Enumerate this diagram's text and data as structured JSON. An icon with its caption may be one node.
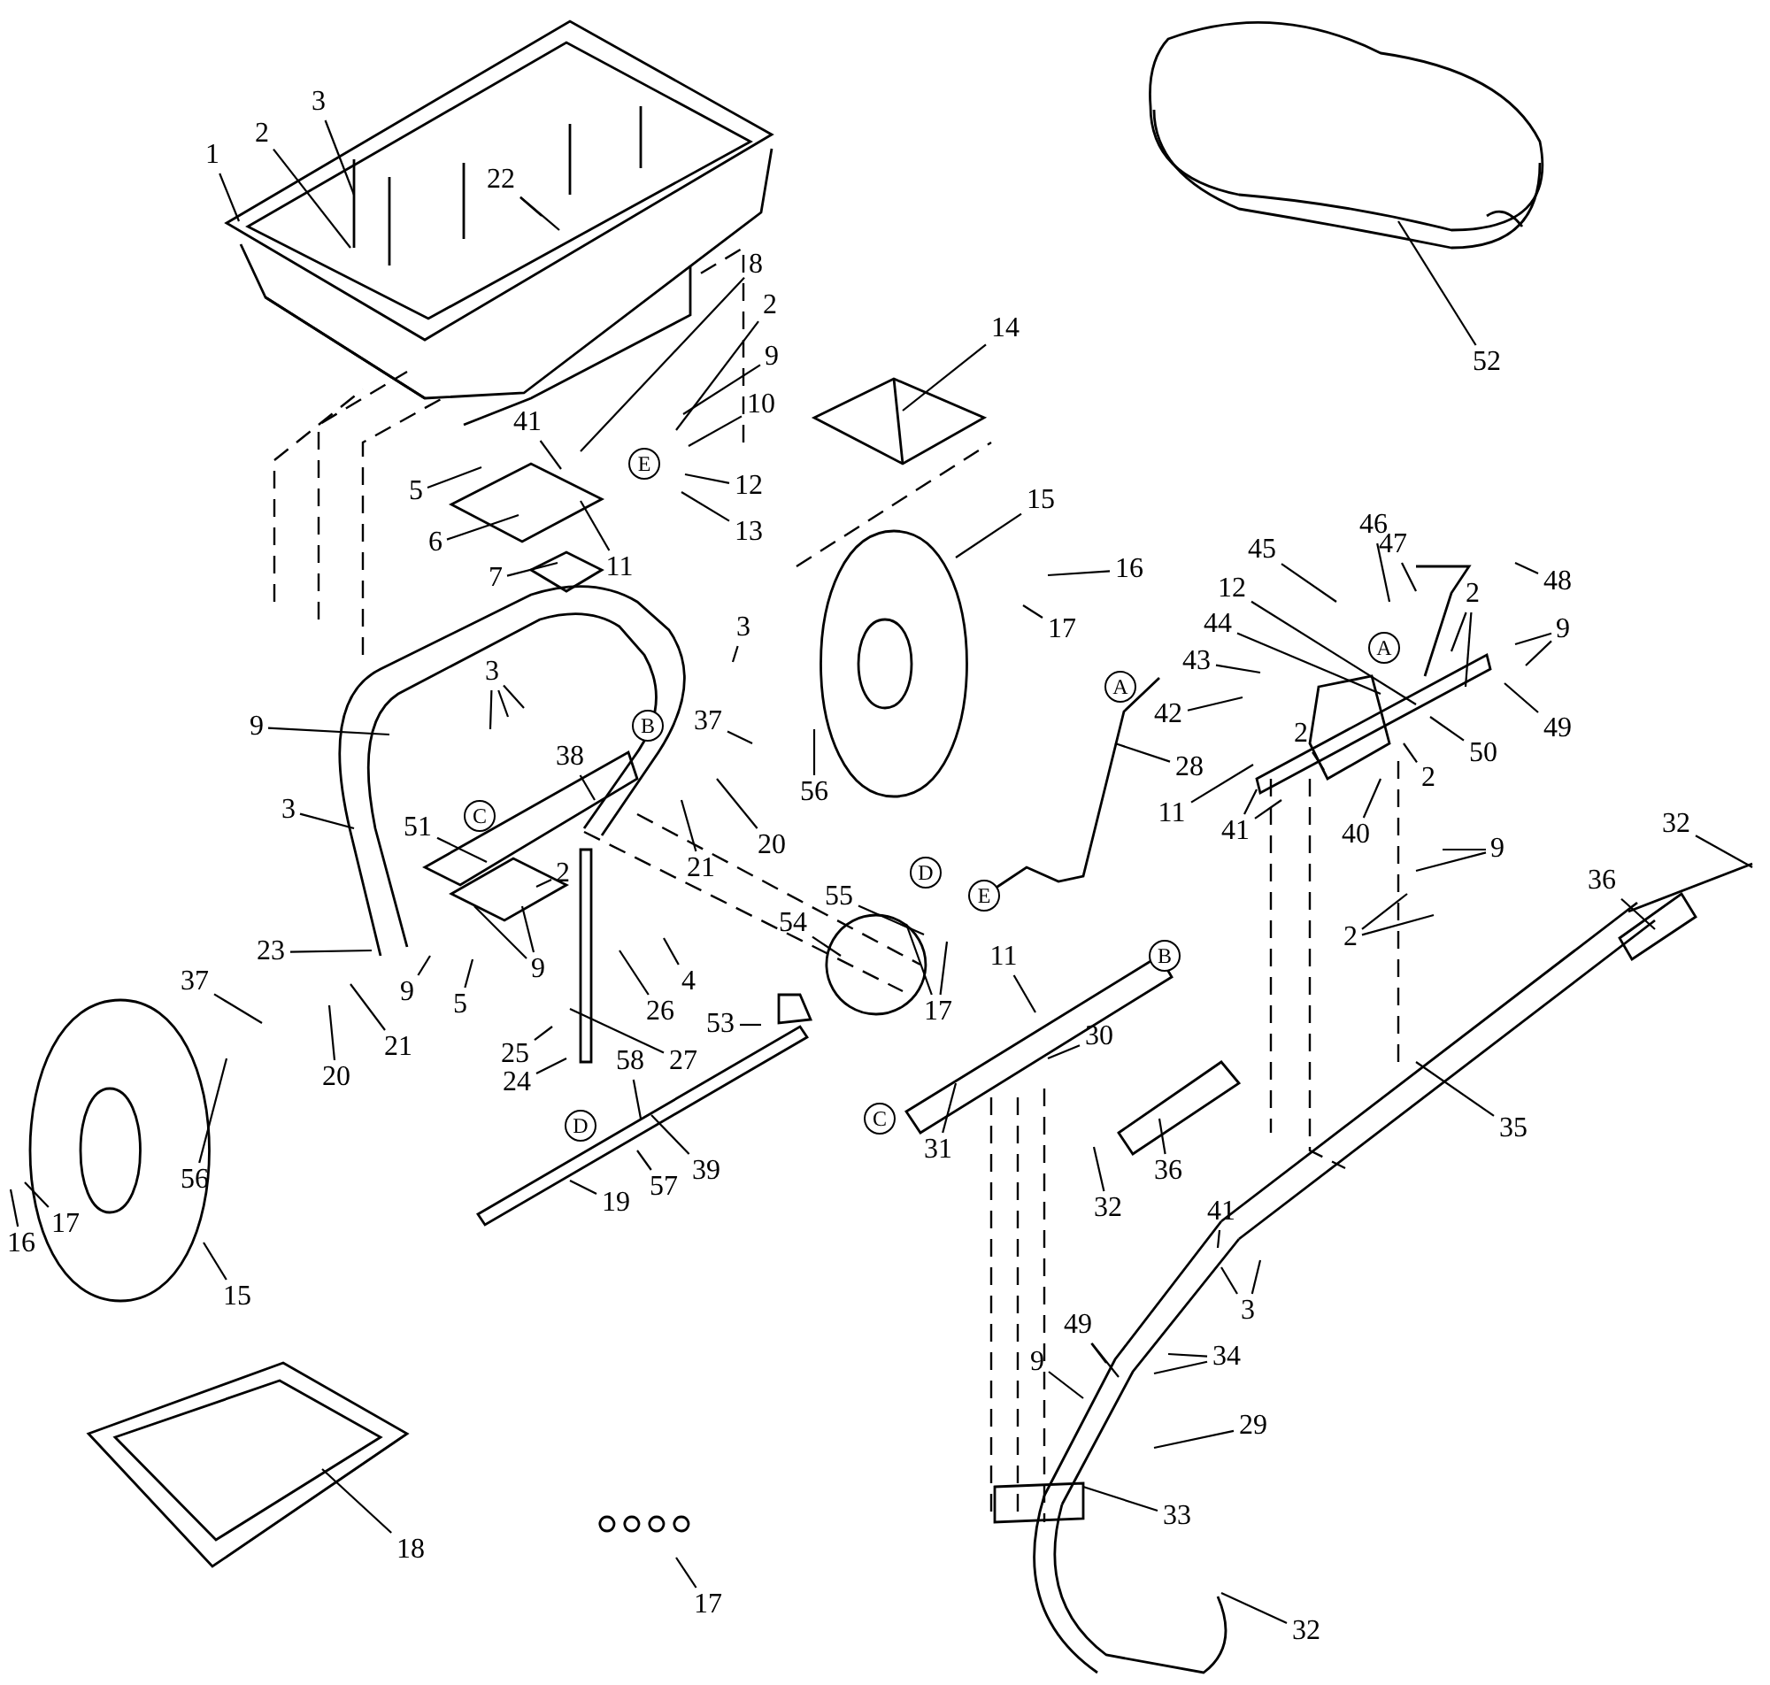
{
  "diagram": {
    "nodes": [
      {
        "text": [
          "1"
        ]
      },
      {
        "text": [
          "2"
        ]
      },
      {
        "text": [
          "3"
        ]
      },
      {
        "text": [
          "22"
        ]
      },
      {
        "text": [
          "8"
        ]
      },
      {
        "text": [
          "2"
        ]
      },
      {
        "text": [
          "9"
        ]
      },
      {
        "text": [
          "10"
        ]
      },
      {
        "text": [
          "41"
        ]
      },
      {
        "text": [
          "5"
        ]
      },
      {
        "text": [
          "12"
        ]
      },
      {
        "text": [
          "13"
        ]
      },
      {
        "text": [
          "6"
        ]
      },
      {
        "text": [
          "11"
        ]
      },
      {
        "text": [
          "7"
        ]
      },
      {
        "text": [
          "14"
        ]
      },
      {
        "text": [
          "52"
        ]
      },
      {
        "text": [
          "15"
        ]
      },
      {
        "text": [
          "16"
        ]
      },
      {
        "text": [
          "17"
        ]
      },
      {
        "text": [
          "46"
        ]
      },
      {
        "text": [
          "45"
        ]
      },
      {
        "text": [
          "47"
        ]
      },
      {
        "text": [
          "48"
        ]
      },
      {
        "text": [
          "12"
        ]
      },
      {
        "text": [
          "2"
        ]
      },
      {
        "text": [
          "44"
        ]
      },
      {
        "text": [
          "9"
        ]
      },
      {
        "text": [
          "43"
        ]
      },
      {
        "text": [
          "3"
        ]
      },
      {
        "text": [
          "3"
        ]
      },
      {
        "text": [
          "42"
        ]
      },
      {
        "text": [
          "49"
        ]
      },
      {
        "text": [
          "37"
        ]
      },
      {
        "text": [
          "2"
        ]
      },
      {
        "text": [
          "9"
        ]
      },
      {
        "text": [
          "38"
        ]
      },
      {
        "text": [
          "50"
        ]
      },
      {
        "text": [
          "28"
        ]
      },
      {
        "text": [
          "2"
        ]
      },
      {
        "text": [
          "56"
        ]
      },
      {
        "text": [
          "3"
        ]
      },
      {
        "text": [
          "11"
        ]
      },
      {
        "text": [
          "51"
        ]
      },
      {
        "text": [
          "41"
        ]
      },
      {
        "text": [
          "40"
        ]
      },
      {
        "text": [
          "20"
        ]
      },
      {
        "text": [
          "9"
        ]
      },
      {
        "text": [
          "21"
        ]
      },
      {
        "text": [
          "2"
        ]
      },
      {
        "text": [
          "55"
        ]
      },
      {
        "text": [
          "54"
        ]
      },
      {
        "text": [
          "2"
        ]
      },
      {
        "text": [
          "23"
        ]
      },
      {
        "text": [
          "11"
        ]
      },
      {
        "text": [
          "9"
        ]
      },
      {
        "text": [
          "37"
        ]
      },
      {
        "text": [
          "4"
        ]
      },
      {
        "text": [
          "9"
        ]
      },
      {
        "text": [
          "5"
        ]
      },
      {
        "text": [
          "26"
        ]
      },
      {
        "text": [
          "17"
        ]
      },
      {
        "text": [
          "53"
        ]
      },
      {
        "text": [
          "30"
        ]
      },
      {
        "text": [
          "21"
        ]
      },
      {
        "text": [
          "25"
        ]
      },
      {
        "text": [
          "58"
        ]
      },
      {
        "text": [
          "27"
        ]
      },
      {
        "text": [
          "20"
        ]
      },
      {
        "text": [
          "24"
        ]
      },
      {
        "text": [
          "35"
        ]
      },
      {
        "text": [
          "31"
        ]
      },
      {
        "text": [
          "36"
        ]
      },
      {
        "text": [
          "39"
        ]
      },
      {
        "text": [
          "56"
        ]
      },
      {
        "text": [
          "57"
        ]
      },
      {
        "text": [
          "19"
        ]
      },
      {
        "text": [
          "32"
        ]
      },
      {
        "text": [
          "41"
        ]
      },
      {
        "text": [
          "17"
        ]
      },
      {
        "text": [
          "16"
        ]
      },
      {
        "text": [
          "15"
        ]
      },
      {
        "text": [
          "3"
        ]
      },
      {
        "text": [
          "49"
        ]
      },
      {
        "text": [
          "34"
        ]
      },
      {
        "text": [
          "9"
        ]
      },
      {
        "text": [
          "29"
        ]
      },
      {
        "text": [
          "33"
        ]
      },
      {
        "text": [
          "18"
        ]
      },
      {
        "text": [
          "17"
        ]
      },
      {
        "text": [
          "32"
        ]
      },
      {
        "text": [
          "32"
        ]
      },
      {
        "text": [
          "36"
        ]
      },
      {
        "text": [
          "A"
        ]
      },
      {
        "text": [
          "A"
        ]
      },
      {
        "text": [
          "B"
        ]
      },
      {
        "text": [
          "B"
        ]
      },
      {
        "text": [
          "C"
        ]
      },
      {
        "text": [
          "C"
        ]
      },
      {
        "text": [
          "D"
        ]
      },
      {
        "text": [
          "D"
        ]
      },
      {
        "text": [
          "E"
        ]
      },
      {
        "text": [
          "E"
        ]
      }
    ],
    "edges": [
      {
        "from": 0,
        "to": null,
        "arrow": "none"
      },
      {
        "from": 1,
        "to": null,
        "arrow": "none"
      },
      {
        "from": 2,
        "to": null,
        "arrow": "none"
      },
      {
        "from": 3,
        "to": null,
        "arrow": "none"
      },
      {
        "from": 3,
        "to": null,
        "arrow": "none"
      },
      {
        "from": 4,
        "to": null,
        "arrow": "none"
      },
      {
        "from": 5,
        "to": null,
        "arrow": "none"
      },
      {
        "from": 6,
        "to": null,
        "arrow": "none"
      },
      {
        "from": 7,
        "to": null,
        "arrow": "none"
      },
      {
        "from": 8,
        "to": null,
        "arrow": "none"
      },
      {
        "from": 9,
        "to": null,
        "arrow": "none"
      },
      {
        "from": 10,
        "to": null,
        "arrow": "none"
      },
      {
        "from": 11,
        "to": null,
        "arrow": "none"
      },
      {
        "from": 12,
        "to": null,
        "arrow": "none"
      },
      {
        "from": 13,
        "to": null,
        "arrow": "none"
      },
      {
        "from": 14,
        "to": null,
        "arrow": "none"
      },
      {
        "from": 15,
        "to": null,
        "arrow": "none"
      },
      {
        "from": 16,
        "to": null,
        "arrow": "none"
      },
      {
        "from": 17,
        "to": null,
        "arrow": "none"
      },
      {
        "from": 18,
        "to": null,
        "arrow": "none"
      },
      {
        "from": 19,
        "to": null,
        "arrow": "none"
      },
      {
        "from": 20,
        "to": null,
        "arrow": "none"
      },
      {
        "from": 21,
        "to": null,
        "arrow": "none"
      },
      {
        "from": 22,
        "to": null,
        "arrow": "none"
      },
      {
        "from": 23,
        "to": null,
        "arrow": "none"
      },
      {
        "from": 24,
        "to": null,
        "arrow": "none"
      },
      {
        "from": 25,
        "to": null,
        "arrow": "none"
      },
      {
        "from": 25,
        "to": null,
        "arrow": "none"
      },
      {
        "from": 26,
        "to": null,
        "arrow": "none"
      },
      {
        "from": 27,
        "to": null,
        "arrow": "none"
      },
      {
        "from": 27,
        "to": null,
        "arrow": "none"
      },
      {
        "from": 28,
        "to": null,
        "arrow": "none"
      },
      {
        "from": 29,
        "to": null,
        "arrow": "none"
      },
      {
        "from": 30,
        "to": null,
        "arrow": "none"
      },
      {
        "from": 30,
        "to": null,
        "arrow": "none"
      },
      {
        "from": 30,
        "to": null,
        "arrow": "none"
      },
      {
        "from": 31,
        "to": null,
        "arrow": "none"
      },
      {
        "from": 32,
        "to": null,
        "arrow": "none"
      },
      {
        "from": 33,
        "to": null,
        "arrow": "none"
      },
      {
        "from": 34,
        "to": null,
        "arrow": "none"
      },
      {
        "from": 35,
        "to": null,
        "arrow": "none"
      },
      {
        "from": 36,
        "to": null,
        "arrow": "none"
      },
      {
        "from": 37,
        "to": null,
        "arrow": "none"
      },
      {
        "from": 38,
        "to": null,
        "arrow": "none"
      },
      {
        "from": 39,
        "to": null,
        "arrow": "none"
      },
      {
        "from": 40,
        "to": null,
        "arrow": "none"
      },
      {
        "from": 41,
        "to": null,
        "arrow": "none"
      },
      {
        "from": 42,
        "to": null,
        "arrow": "none"
      },
      {
        "from": 43,
        "to": null,
        "arrow": "none"
      },
      {
        "from": 44,
        "to": null,
        "arrow": "none"
      },
      {
        "from": 44,
        "to": null,
        "arrow": "none"
      },
      {
        "from": 45,
        "to": null,
        "arrow": "none"
      },
      {
        "from": 46,
        "to": null,
        "arrow": "none"
      },
      {
        "from": 47,
        "to": null,
        "arrow": "none"
      },
      {
        "from": 47,
        "to": null,
        "arrow": "none"
      },
      {
        "from": 48,
        "to": null,
        "arrow": "none"
      },
      {
        "from": 49,
        "to": null,
        "arrow": "none"
      },
      {
        "from": 50,
        "to": null,
        "arrow": "none"
      },
      {
        "from": 51,
        "to": null,
        "arrow": "none"
      },
      {
        "from": 52,
        "to": null,
        "arrow": "none"
      },
      {
        "from": 52,
        "to": null,
        "arrow": "none"
      },
      {
        "from": 53,
        "to": null,
        "arrow": "none"
      },
      {
        "from": 54,
        "to": null,
        "arrow": "none"
      },
      {
        "from": 55,
        "to": null,
        "arrow": "none"
      },
      {
        "from": 55,
        "to": null,
        "arrow": "none"
      },
      {
        "from": 56,
        "to": null,
        "arrow": "none"
      },
      {
        "from": 57,
        "to": null,
        "arrow": "none"
      },
      {
        "from": 58,
        "to": null,
        "arrow": "none"
      },
      {
        "from": 59,
        "to": null,
        "arrow": "none"
      },
      {
        "from": 60,
        "to": null,
        "arrow": "none"
      },
      {
        "from": 61,
        "to": null,
        "arrow": "none"
      },
      {
        "from": 61,
        "to": null,
        "arrow": "none"
      },
      {
        "from": 62,
        "to": null,
        "arrow": "none"
      },
      {
        "from": 63,
        "to": null,
        "arrow": "none"
      },
      {
        "from": 64,
        "to": null,
        "arrow": "none"
      },
      {
        "from": 65,
        "to": null,
        "arrow": "none"
      },
      {
        "from": 66,
        "to": null,
        "arrow": "none"
      },
      {
        "from": 67,
        "to": null,
        "arrow": "none"
      },
      {
        "from": 68,
        "to": null,
        "arrow": "none"
      },
      {
        "from": 69,
        "to": null,
        "arrow": "none"
      },
      {
        "from": 70,
        "to": null,
        "arrow": "none"
      },
      {
        "from": 71,
        "to": null,
        "arrow": "none"
      },
      {
        "from": 72,
        "to": null,
        "arrow": "none"
      },
      {
        "from": 73,
        "to": null,
        "arrow": "none"
      },
      {
        "from": 74,
        "to": null,
        "arrow": "none"
      },
      {
        "from": 75,
        "to": null,
        "arrow": "none"
      },
      {
        "from": 76,
        "to": null,
        "arrow": "none"
      },
      {
        "from": 77,
        "to": null,
        "arrow": "none"
      },
      {
        "from": 78,
        "to": null,
        "arrow": "none"
      },
      {
        "from": 79,
        "to": null,
        "arrow": "none"
      },
      {
        "from": 80,
        "to": null,
        "arrow": "none"
      },
      {
        "from": 81,
        "to": null,
        "arrow": "none"
      },
      {
        "from": 82,
        "to": null,
        "arrow": "none"
      },
      {
        "from": 82,
        "to": null,
        "arrow": "none"
      },
      {
        "from": 83,
        "to": null,
        "arrow": "none"
      },
      {
        "from": 83,
        "to": null,
        "arrow": "none"
      },
      {
        "from": 84,
        "to": null,
        "arrow": "none"
      },
      {
        "from": 84,
        "to": null,
        "arrow": "none"
      },
      {
        "from": 85,
        "to": null,
        "arrow": "none"
      },
      {
        "from": 86,
        "to": null,
        "arrow": "none"
      },
      {
        "from": 87,
        "to": null,
        "arrow": "none"
      },
      {
        "from": 88,
        "to": null,
        "arrow": "none"
      },
      {
        "from": 89,
        "to": null,
        "arrow": "none"
      },
      {
        "from": 90,
        "to": null,
        "arrow": "none"
      },
      {
        "from": 91,
        "to": null,
        "arrow": "none"
      },
      {
        "from": 92,
        "to": null,
        "arrow": "none"
      }
    ]
  }
}
